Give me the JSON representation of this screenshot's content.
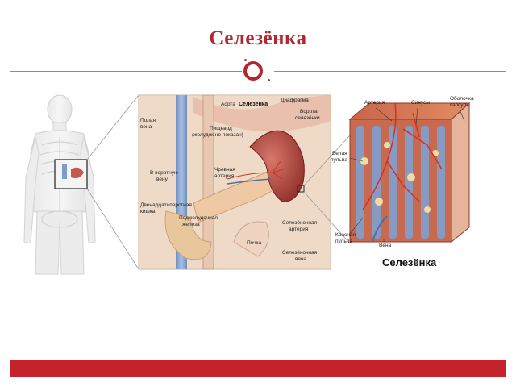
{
  "slide": {
    "title": "Селезёнка",
    "accent_color": "#b3262e",
    "bar_color": "#c5232b"
  },
  "diagram": {
    "anatomy_labels": {
      "aorta": "Аорта",
      "spleen": "Селезёнка",
      "diaphragm": "Диафрагма",
      "vena_cava": [
        "Полая",
        "вена"
      ],
      "hilum": [
        "Ворота",
        "селезёнки"
      ],
      "esophagus": [
        "Пищевод",
        "(желудок не показан)"
      ],
      "celiac": [
        "Чревная",
        "артерия"
      ],
      "portal": [
        "В воротную",
        "вену"
      ],
      "duodenum": [
        "Двенадцатиперстная",
        "кишка"
      ],
      "pancreas": [
        "Поджелудочная",
        "железа"
      ],
      "splenic_artery": [
        "Селезёночная",
        "артерия"
      ],
      "kidney": "Почка",
      "splenic_vein": [
        "Селезёночная",
        "вена"
      ]
    },
    "section_labels": {
      "artery": "Артерия",
      "sinuses": "Синусы",
      "capsule": [
        "Оболочка",
        "капсулы"
      ],
      "white_pulp": [
        "Белая",
        "пульпа"
      ],
      "red_pulp": [
        "Красная",
        "пульпа"
      ],
      "vein": "Вена"
    },
    "caption": "Селезёнка"
  }
}
